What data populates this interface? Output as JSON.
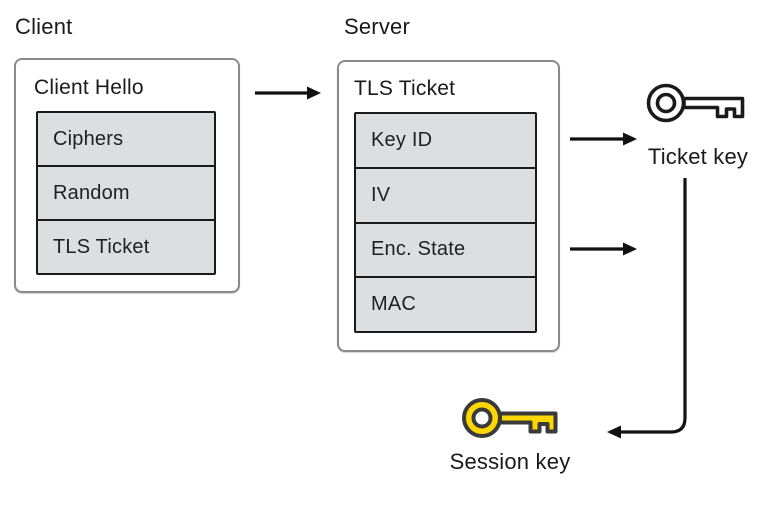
{
  "labels": {
    "client": "Client",
    "server": "Server",
    "ticket_key": "Ticket key",
    "session_key": "Session key"
  },
  "client_box": {
    "title": "Client Hello",
    "rows": [
      "Ciphers",
      "Random",
      "TLS Ticket"
    ]
  },
  "server_box": {
    "title": "TLS Ticket",
    "rows": [
      "Key ID",
      "IV",
      "Enc. State",
      "MAC"
    ]
  },
  "icons": {
    "ticket_key": "key-outline-icon",
    "session_key": "key-yellow-icon"
  },
  "colors": {
    "row_fill": "#dcdfe1",
    "row_border": "#1a1a1a",
    "box_border": "#8a8a8a",
    "arrow": "#111111",
    "key_outline": "#1a1a1a",
    "session_key_fill": "#ffd700",
    "session_key_stroke": "#3a3a3a",
    "text": "#1a1a1a"
  }
}
